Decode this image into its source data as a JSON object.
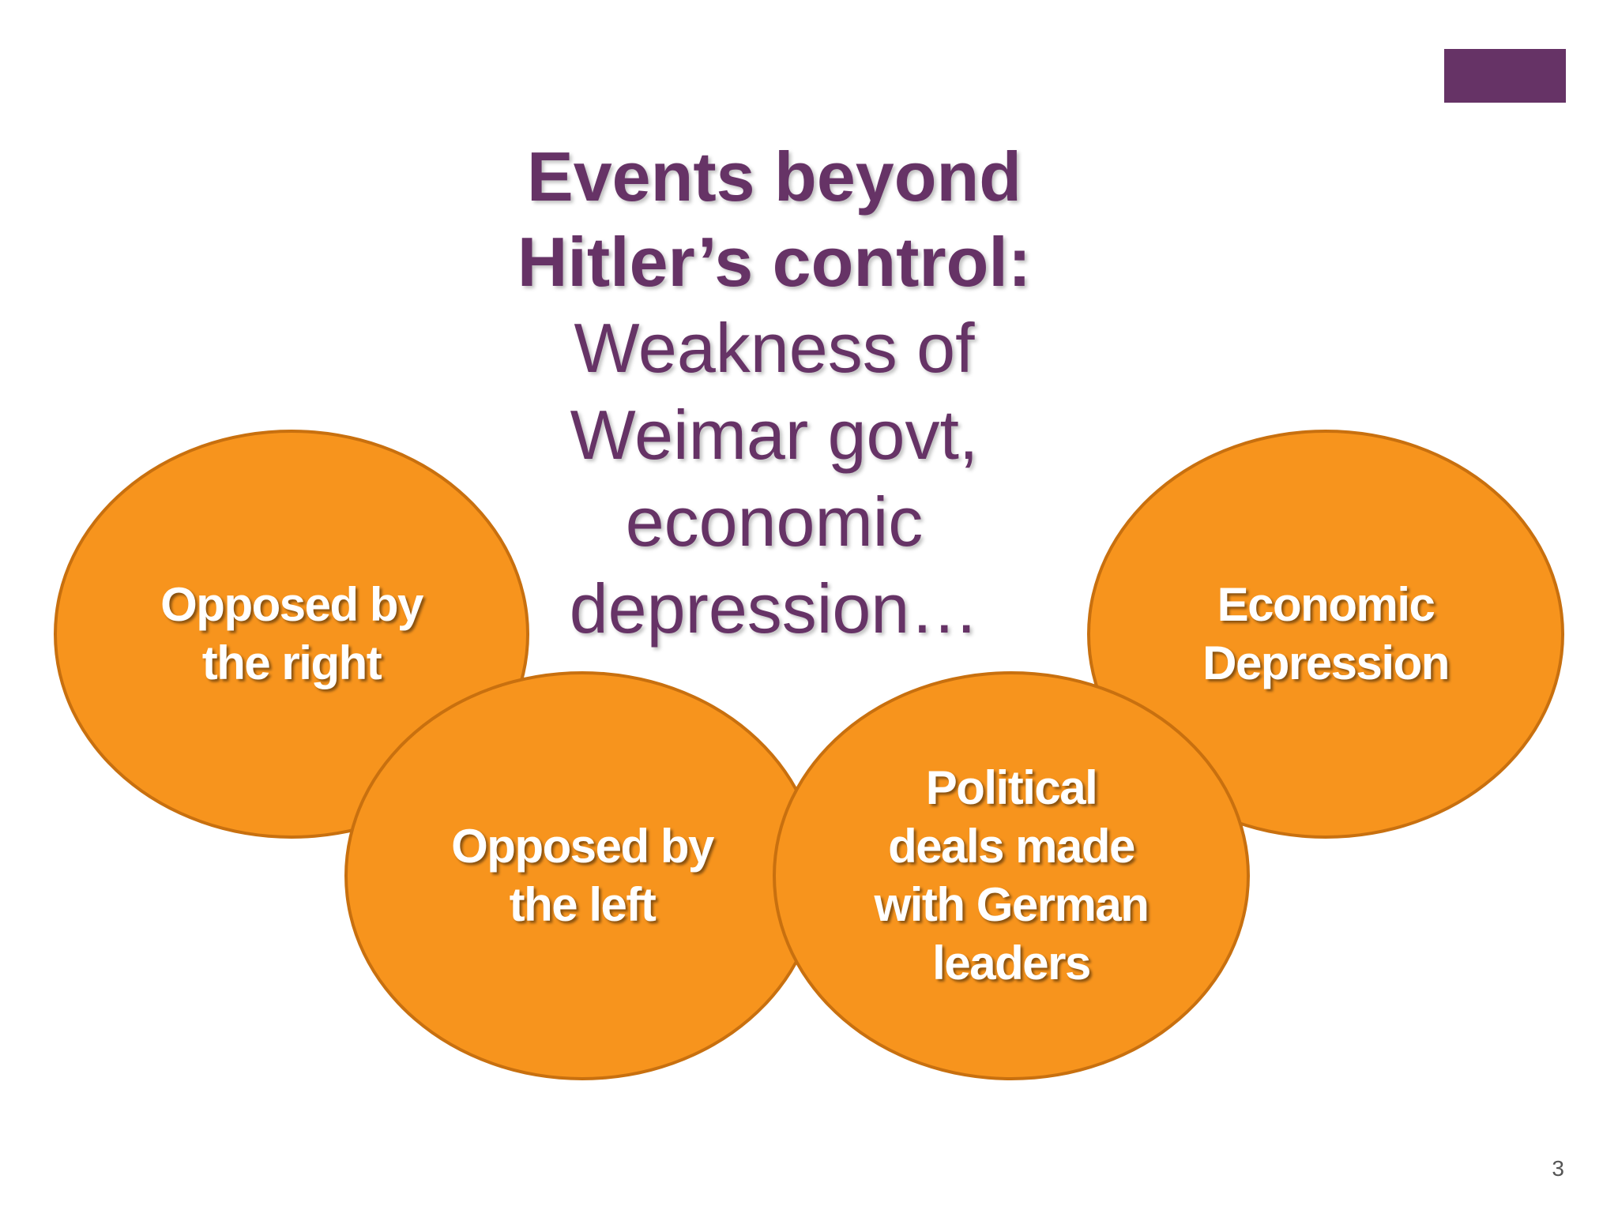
{
  "slide": {
    "title_bold": "Events beyond\nHitler’s control:",
    "title_sub": "Weakness of\nWeimar govt,\neconomic\ndepression…",
    "page_number": "3",
    "accent_color": "#663366"
  },
  "bubbles": {
    "opposed_right": "Opposed by\nthe right",
    "economic_depression": "Economic\nDepression",
    "opposed_left": "Opposed by\nthe left",
    "political_deals": "Political\ndeals made\nwith German\nleaders",
    "fill_color": "#f7941d",
    "border_color": "#c8700f"
  }
}
